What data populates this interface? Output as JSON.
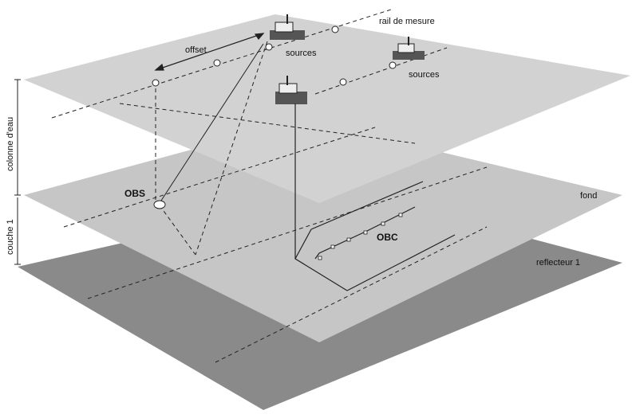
{
  "labels": {
    "rail": "rail de mesure",
    "offset": "offset",
    "sources_1": "sources",
    "sources_2": "sources",
    "colonne": "colonne d'eau",
    "couche": "couche 1",
    "obs": "OBS",
    "obc": "OBC",
    "fond": "fond",
    "reflecteur": "reflecteur 1"
  },
  "colors": {
    "surface": "#cfcfcf",
    "fond": "#c3c3c3",
    "reflecteur": "#8a8a8a",
    "line": "#222222"
  }
}
